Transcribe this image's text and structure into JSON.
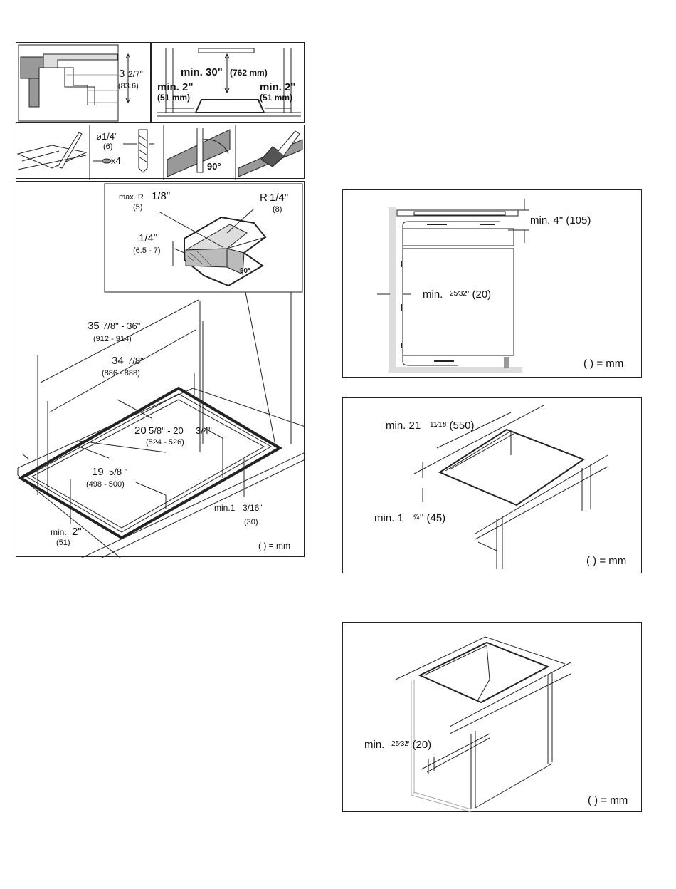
{
  "colors": {
    "line": "#222222",
    "shade": "#999999",
    "light": "#dddddd",
    "mid": "#bbbbbb"
  },
  "top_left": {
    "height_in": "3",
    "height_frac": "2/7\"",
    "height_mm": "(83.6)"
  },
  "top_right": {
    "min_top_in": "min. 30\"",
    "min_top_mm": "(762 mm)",
    "min_left_in": "min. 2\"",
    "min_left_mm": "(51 mm)",
    "min_right_in": "min. 2\"",
    "min_right_mm": "(51 mm)"
  },
  "tools": {
    "drill_size": "ø1/4\"",
    "drill_mm": "(6)",
    "drill_qty": "x4",
    "angle": "90°"
  },
  "cutout": {
    "radius_max_label": "max. R",
    "radius_max_val": "1/8\"",
    "radius_max_mm": "(5)",
    "radius_label": "R",
    "radius_val": "1/4\"",
    "radius_mm": "(8)",
    "depth_val": "1/4\"",
    "depth_mm": "(6.5 - 7)",
    "corner_angle": "90°",
    "outer_w_in": "35",
    "outer_w_frac": "7/8\" - 36\"",
    "outer_w_mm": "(912 - 914)",
    "inner_w_in": "34",
    "inner_w_frac": "7/8\"",
    "inner_w_mm": "(886 - 888)",
    "outer_d_in": "20",
    "outer_d_frac": "5/8\" - 20",
    "outer_d_frac2": "3/4\"",
    "outer_d_mm": "(524 - 526)",
    "inner_d_in": "19",
    "inner_d_frac": "5/8 \"",
    "inner_d_mm": "(498 - 500)",
    "front_min_label": "min.1",
    "front_min_frac": "3/16\"",
    "front_min_mm": "(30)",
    "side_min_label": "min.",
    "side_min_val": "2\"",
    "side_min_mm": "(51)",
    "legend": "( ) = mm"
  },
  "vent": {
    "top_gap": "min. 4\" (105)",
    "wall_gap_pre": "min.",
    "wall_gap_frac": "25⁄32",
    "wall_gap_post": "\" (20)",
    "legend": "( ) = mm"
  },
  "depth": {
    "width_pre": "min. 21",
    "width_frac": "11⁄16",
    "width_post": "\" (550)",
    "thick_pre": "min. 1",
    "thick_frac": "¾",
    "thick_post": "\" (45)",
    "legend": "( ) = mm"
  },
  "cabinet": {
    "gap_pre": "min.",
    "gap_frac": "25⁄32",
    "gap_post": "\" (20)",
    "legend": "( ) = mm"
  }
}
